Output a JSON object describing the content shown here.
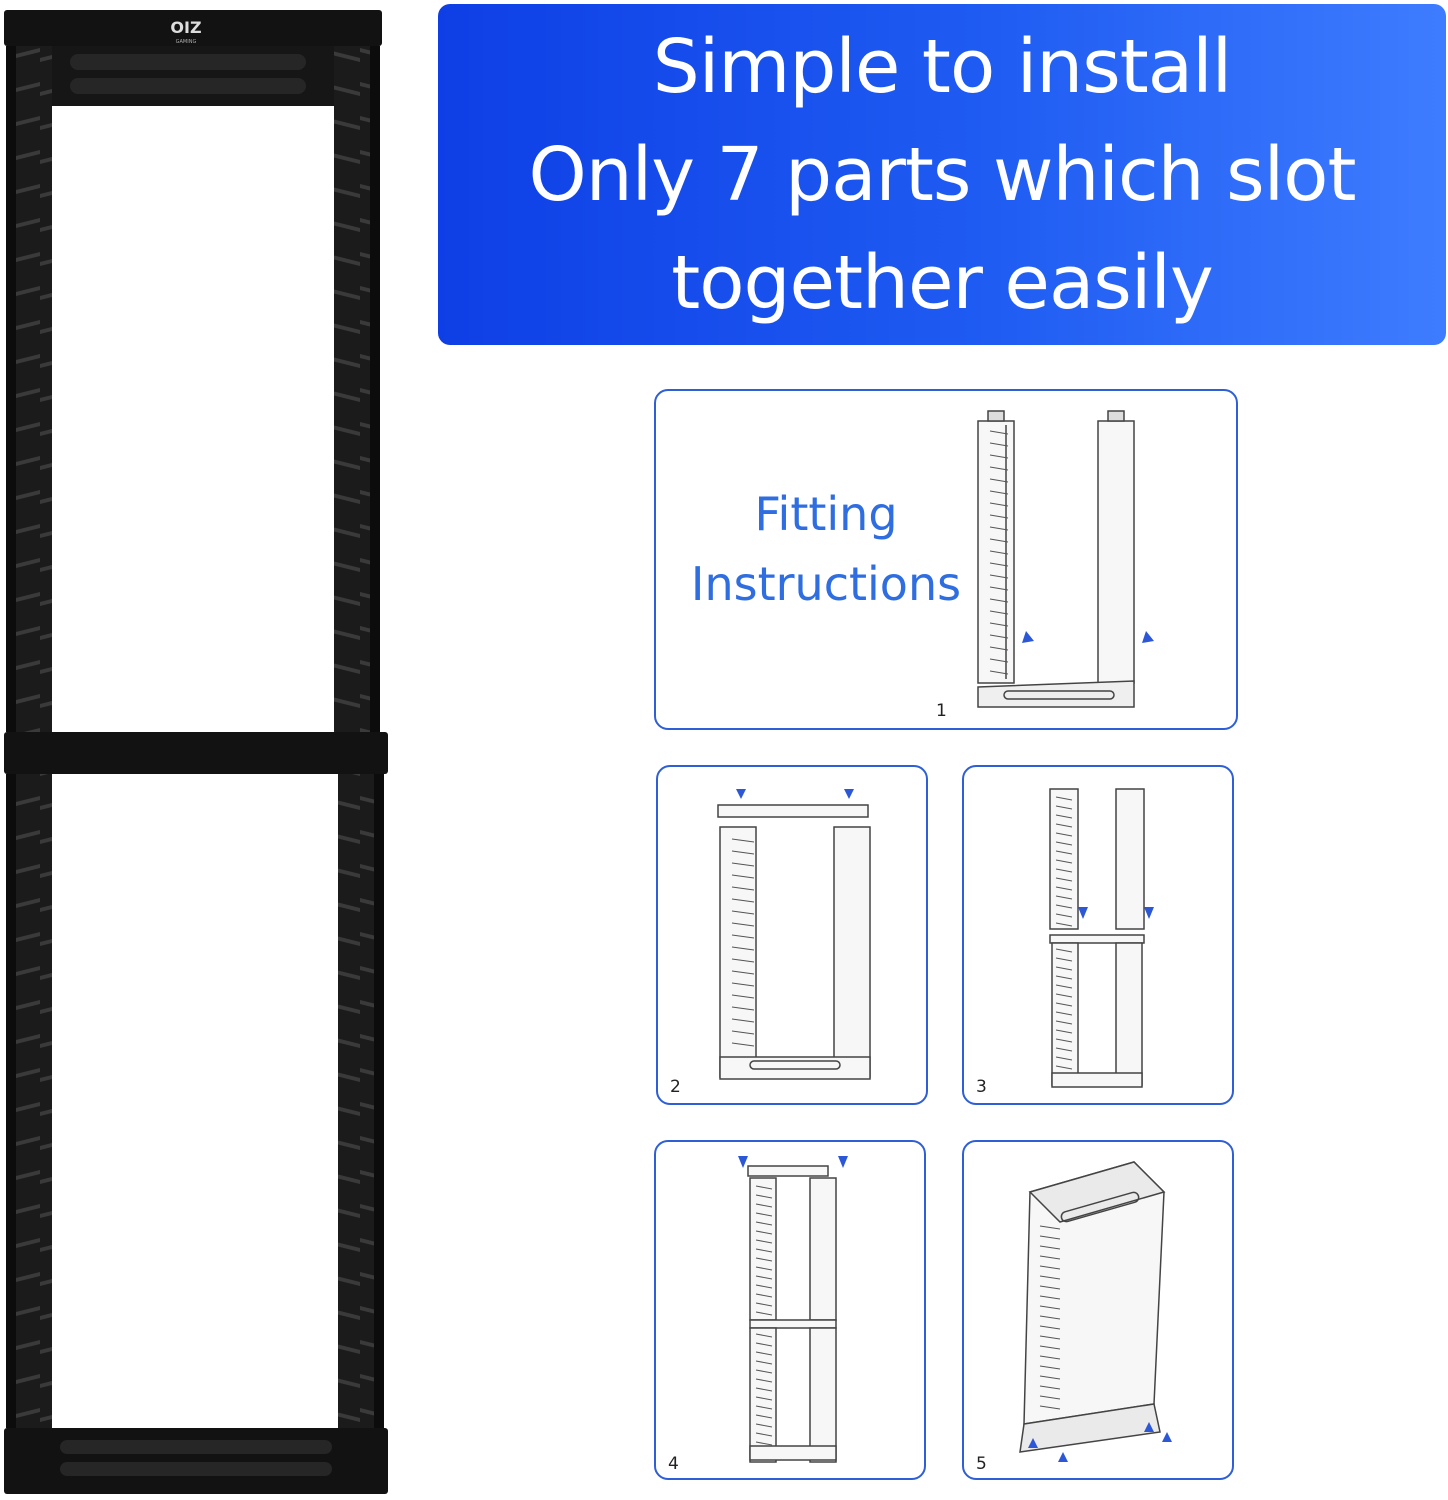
{
  "banner": {
    "line1": "Simple to install",
    "line2": "Only 7 parts which slot",
    "line3": "together easily"
  },
  "brand": {
    "logo": "OIZ",
    "sub": "GAMING"
  },
  "fitting": {
    "line1": "Fitting",
    "line2": "Instructions"
  },
  "steps": [
    {
      "number": "1"
    },
    {
      "number": "2"
    },
    {
      "number": "3"
    },
    {
      "number": "4"
    },
    {
      "number": "5"
    }
  ],
  "colors": {
    "banner": "#1f5cf2",
    "panel_border": "#2f5fd6",
    "arrow": "#2c58d8",
    "tower": "#141414"
  },
  "icons": {
    "arrow": "down-arrow-icon"
  }
}
